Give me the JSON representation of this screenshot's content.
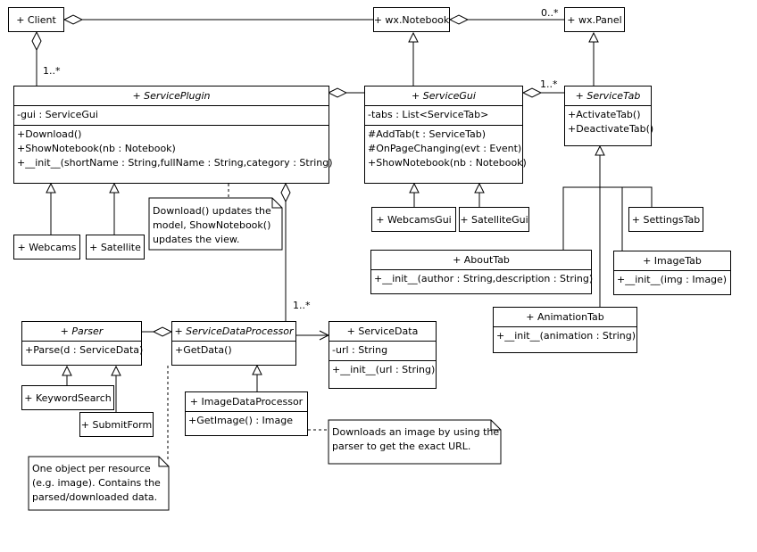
{
  "classes": {
    "client": {
      "name": "+ Client"
    },
    "notebook": {
      "name": "+ wx.Notebook"
    },
    "panel": {
      "name": "+ wx.Panel"
    },
    "service_plugin": {
      "name": "+ ServicePlugin",
      "attrs": [
        "-gui : ServiceGui"
      ],
      "ops": [
        "+Download()",
        "+ShowNotebook(nb : Notebook)",
        "+__init__(shortName : String,fullName : String,category : String)"
      ]
    },
    "service_gui": {
      "name": "+ ServiceGui",
      "attrs": [
        "-tabs : List<ServiceTab>"
      ],
      "ops": [
        "#AddTab(t : ServiceTab)",
        "#OnPageChanging(evt : Event)",
        "+ShowNotebook(nb : Notebook)"
      ]
    },
    "service_tab": {
      "name": "+ ServiceTab",
      "ops": [
        "+ActivateTab()",
        "+DeactivateTab()"
      ]
    },
    "webcams": {
      "name": "+ Webcams"
    },
    "satellite": {
      "name": "+ Satellite"
    },
    "webcams_gui": {
      "name": "+ WebcamsGui"
    },
    "satellite_gui": {
      "name": "+ SatelliteGui"
    },
    "settings_tab": {
      "name": "+ SettingsTab"
    },
    "about_tab": {
      "name": "+ AboutTab",
      "ops": [
        "+__init__(author : String,description : String)"
      ]
    },
    "image_tab": {
      "name": "+ ImageTab",
      "ops": [
        "+__init__(img : Image)"
      ]
    },
    "animation_tab": {
      "name": "+ AnimationTab",
      "ops": [
        "+__init__(animation : String)"
      ]
    },
    "parser": {
      "name": "+ Parser",
      "ops": [
        "+Parse(d : ServiceData)"
      ]
    },
    "service_data_processor": {
      "name": "+ ServiceDataProcessor",
      "ops": [
        "+GetData()"
      ]
    },
    "service_data": {
      "name": "+ ServiceData",
      "attrs": [
        "-url : String"
      ],
      "ops": [
        "+__init__(url : String)"
      ]
    },
    "keyword_search": {
      "name": "+ KeywordSearch"
    },
    "submit_form": {
      "name": "+ SubmitForm"
    },
    "image_data_processor": {
      "name": "+ ImageDataProcessor",
      "ops": [
        "+GetImage() : Image"
      ]
    }
  },
  "notes": {
    "download": "Download() updates the\nmodel, ShowNotebook()\nupdates the view.",
    "downloads_image": "Downloads an image by using the\nparser to get the exact URL.",
    "one_object": "One object per resource\n(e.g. image). Contains the\nparsed/downloaded data."
  },
  "multiplicities": {
    "client_plugin": "1..*",
    "notebook_panel": "0..*",
    "gui_tab": "1..*",
    "plugin_processor": "1..*"
  }
}
